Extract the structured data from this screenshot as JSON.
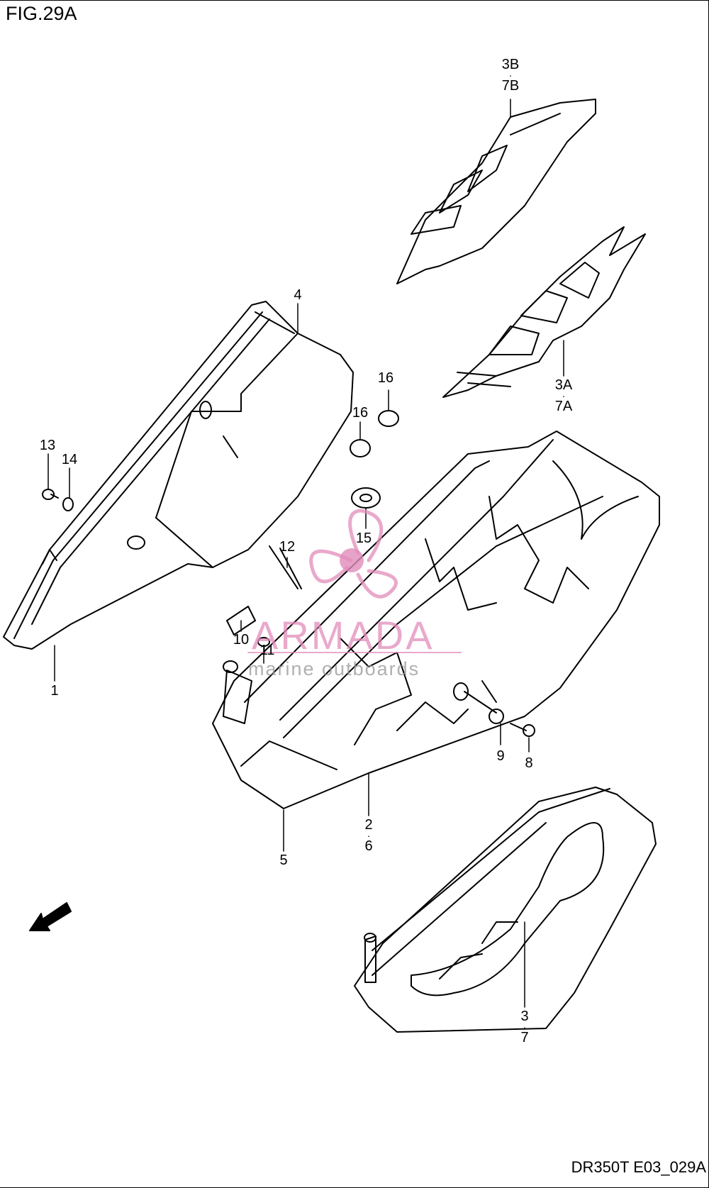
{
  "figure": {
    "title": "FIG.29A",
    "code": "DR350T E03_029A"
  },
  "watermark": {
    "brand": "ARMADA",
    "tagline": "marine outboards"
  },
  "fwd_label": "FWD",
  "callouts": [
    {
      "id": "c-1",
      "text": "1"
    },
    {
      "id": "c-2-6",
      "top": "2",
      "bottom": "6"
    },
    {
      "id": "c-3-7",
      "top": "3",
      "bottom": "7"
    },
    {
      "id": "c-3A-7A",
      "top": "3A",
      "bottom": "7A"
    },
    {
      "id": "c-3B-7B",
      "top": "3B",
      "bottom": "7B"
    },
    {
      "id": "c-4",
      "text": "4"
    },
    {
      "id": "c-5",
      "text": "5"
    },
    {
      "id": "c-8",
      "text": "8"
    },
    {
      "id": "c-9",
      "text": "9"
    },
    {
      "id": "c-10",
      "text": "10"
    },
    {
      "id": "c-11",
      "text": "11"
    },
    {
      "id": "c-12",
      "text": "12"
    },
    {
      "id": "c-13",
      "text": "13"
    },
    {
      "id": "c-14",
      "text": "14"
    },
    {
      "id": "c-15",
      "text": "15"
    },
    {
      "id": "c-16a",
      "text": "16"
    },
    {
      "id": "c-16b",
      "text": "16"
    }
  ]
}
